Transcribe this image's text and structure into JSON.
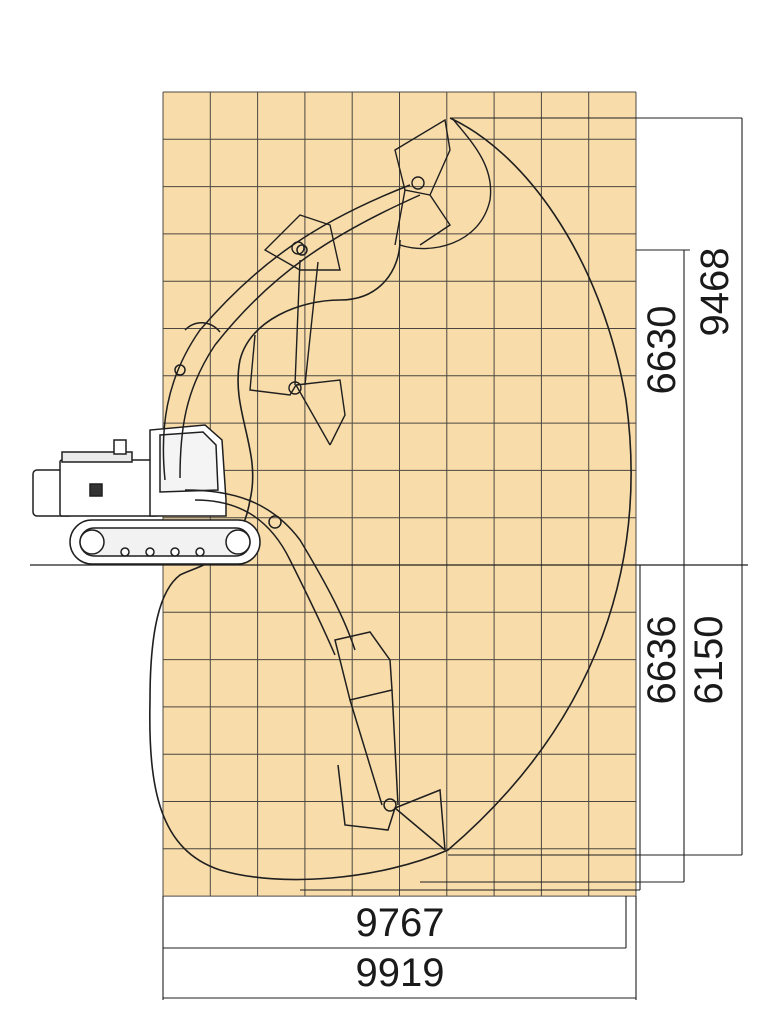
{
  "colors": {
    "grid_fill": "#F8DCAA",
    "grid_line": "#2E2E2E",
    "outline": "#1F1F1F",
    "background": "#FFFFFF"
  },
  "dimensions": {
    "max_reach_height": "9468",
    "max_dump_height": "6630",
    "max_digging_depth": "6636",
    "max_vertical_wall_depth": "6150",
    "max_digging_reach_at_ground": "9767",
    "max_digging_reach": "9919"
  }
}
